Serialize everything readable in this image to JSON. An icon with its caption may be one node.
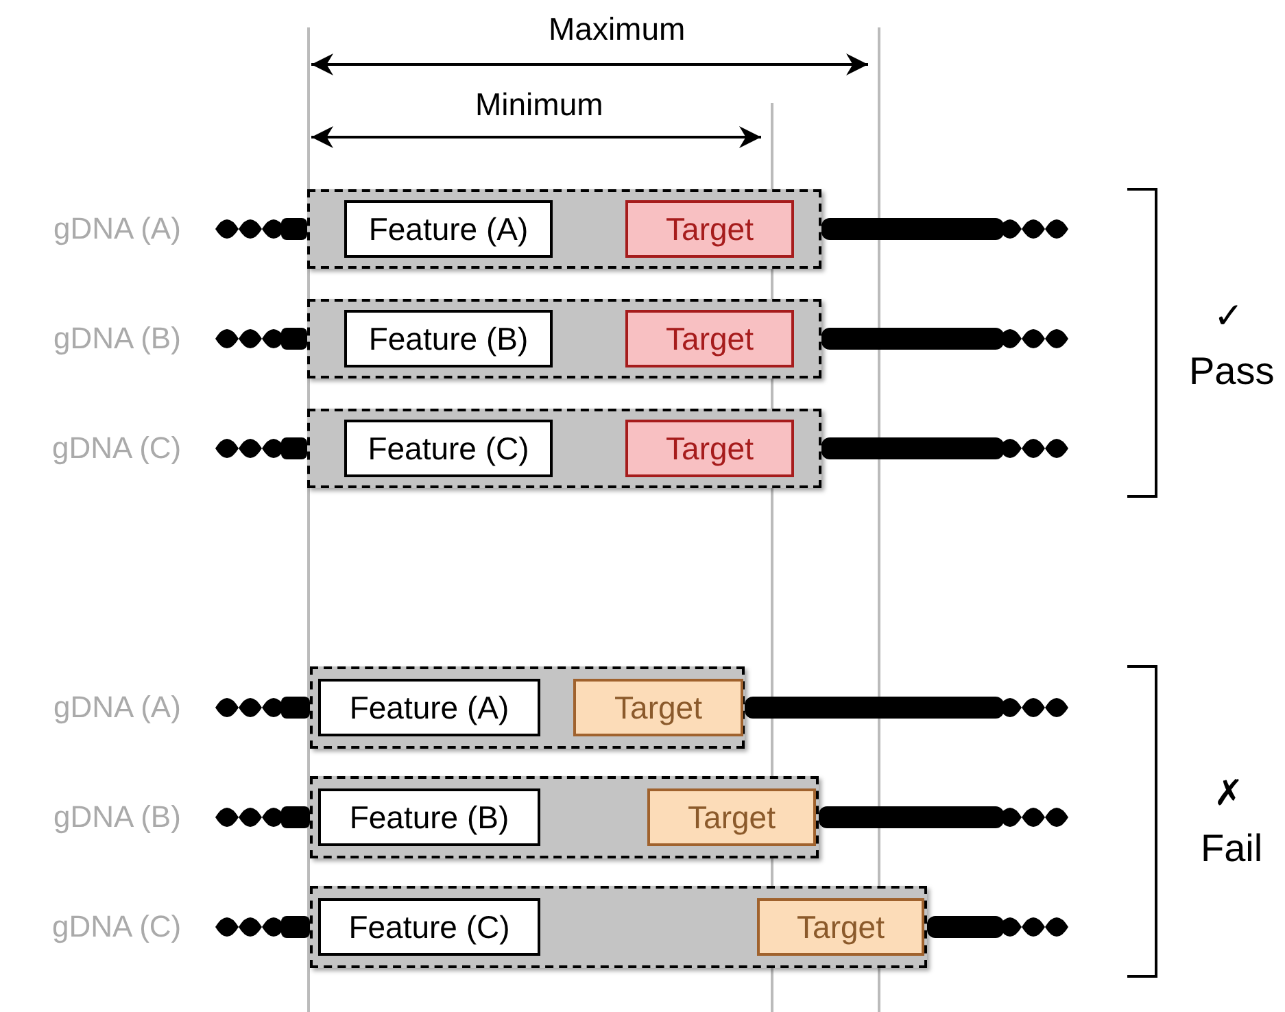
{
  "diagram": {
    "nodes": [
      {
        "text": [],
        "shape": "box"
      },
      {
        "text": [
          "Feature (A)"
        ],
        "in": 0
      },
      {
        "text": [
          "Target"
        ],
        "in": 0
      },
      {
        "text": [],
        "shape": "box"
      },
      {
        "text": [
          "Feature (B)"
        ],
        "in": 3
      },
      {
        "text": [
          "Target"
        ],
        "in": 3
      },
      {
        "text": [],
        "shape": "box"
      },
      {
        "text": [
          "Feature (C)"
        ],
        "in": 6
      },
      {
        "text": [
          "Target"
        ],
        "in": 6
      },
      {
        "text": [],
        "shape": "box"
      },
      {
        "text": [
          "Feature (A)"
        ],
        "in": 9
      },
      {
        "text": [
          "Target"
        ],
        "in": 9
      },
      {
        "text": [],
        "shape": "box"
      },
      {
        "text": [
          "Feature (B)"
        ],
        "in": 12
      },
      {
        "text": [
          "Target"
        ],
        "in": 12
      },
      {
        "text": [],
        "shape": "box"
      },
      {
        "text": [
          "Feature (C)"
        ],
        "in": 15
      },
      {
        "text": [
          "Target"
        ],
        "in": 15
      }
    ],
    "labels": [
      "Maximum",
      "Minimum",
      "gDNA (A)",
      "gDNA (B)",
      "gDNA (C)",
      "✓",
      "Pass",
      "gDNA (A)",
      "gDNA (B)",
      "gDNA (C)",
      "✗",
      "Fail"
    ]
  }
}
